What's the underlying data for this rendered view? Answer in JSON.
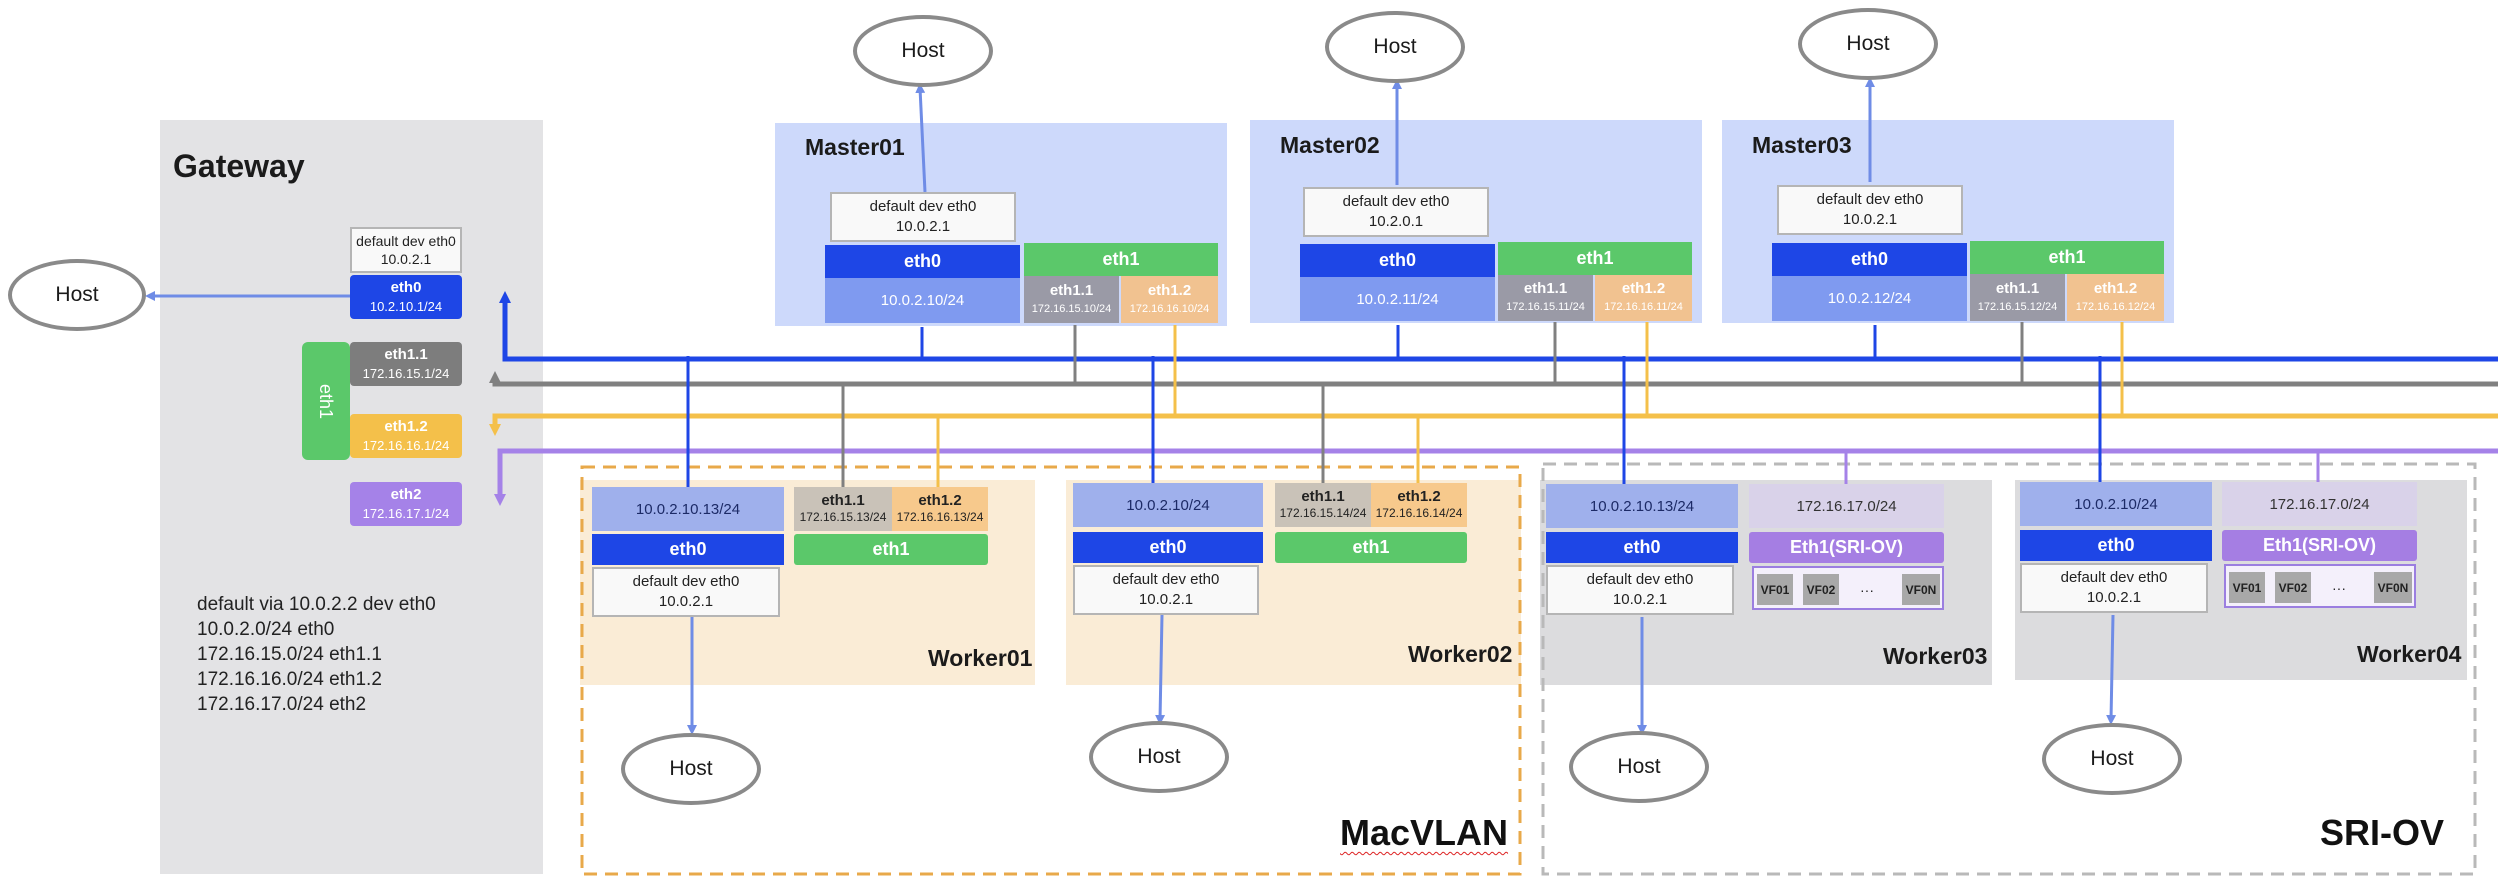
{
  "host_label": "Host",
  "gateway": {
    "title": "Gateway",
    "default_box": [
      "default dev eth0",
      "10.0.2.1"
    ],
    "eth0": {
      "name": "eth0",
      "ip": "10.2.10.1/24"
    },
    "eth1_vertical": "eth1",
    "eth1_1": {
      "name": "eth1.1",
      "ip": "172.16.15.1/24"
    },
    "eth1_2": {
      "name": "eth1.2",
      "ip": "172.16.16.1/24"
    },
    "eth2": {
      "name": "eth2",
      "ip": "172.16.17.1/24"
    },
    "routes": [
      "default via 10.0.2.2 dev eth0",
      "10.0.2.0/24 eth0",
      "172.16.15.0/24 eth1.1",
      "172.16.16.0/24 eth1.2",
      "172.16.17.0/24 eth2"
    ]
  },
  "masters": [
    {
      "title": "Master01",
      "default": [
        "default dev eth0",
        "10.0.2.1"
      ],
      "eth0": "eth0",
      "eth0_ip": "10.0.2.10/24",
      "eth1": "eth1",
      "eth1_1": "eth1.1",
      "eth1_1_ip": "172.16.15.10/24",
      "eth1_2": "eth1.2",
      "eth1_2_ip": "172.16.16.10/24"
    },
    {
      "title": "Master02",
      "default": [
        "default dev eth0",
        "10.2.0.1"
      ],
      "eth0": "eth0",
      "eth0_ip": "10.0.2.11/24",
      "eth1": "eth1",
      "eth1_1": "eth1.1",
      "eth1_1_ip": "172.16.15.11/24",
      "eth1_2": "eth1.2",
      "eth1_2_ip": "172.16.16.11/24"
    },
    {
      "title": "Master03",
      "default": [
        "default dev eth0",
        "10.0.2.1"
      ],
      "eth0": "eth0",
      "eth0_ip": "10.0.2.12/24",
      "eth1": "eth1",
      "eth1_1": "eth1.1",
      "eth1_1_ip": "172.16.15.12/24",
      "eth1_2": "eth1.2",
      "eth1_2_ip": "172.16.16.12/24"
    }
  ],
  "macvlan_workers": [
    {
      "title": "Worker01",
      "eth0_ip": "10.0.2.10.13/24",
      "eth0": "eth0",
      "default": [
        "default dev eth0",
        "10.0.2.1"
      ],
      "eth1_1": "eth1.1",
      "eth1_1_ip": "172.16.15.13/24",
      "eth1_2": "eth1.2",
      "eth1_2_ip": "172.16.16.13/24",
      "eth1": "eth1"
    },
    {
      "title": "Worker02",
      "eth0_ip": "10.0.2.10/24",
      "eth0": "eth0",
      "default": [
        "default dev eth0",
        "10.0.2.1"
      ],
      "eth1_1": "eth1.1",
      "eth1_1_ip": "172.16.15.14/24",
      "eth1_2": "eth1.2",
      "eth1_2_ip": "172.16.16.14/24",
      "eth1": "eth1"
    }
  ],
  "sriov_workers": [
    {
      "title": "Worker03",
      "eth0_ip": "10.0.2.10.13/24",
      "eth0": "eth0",
      "default": [
        "default dev eth0",
        "10.0.2.1"
      ],
      "net": "172.16.17.0/24",
      "sriov_if": "Eth1(SRI-OV)",
      "vfs": [
        "VF01",
        "VF02",
        "···",
        "VF0N"
      ]
    },
    {
      "title": "Worker04",
      "eth0_ip": "10.0.2.10/24",
      "eth0": "eth0",
      "default": [
        "default dev eth0",
        "10.0.2.1"
      ],
      "net": "172.16.17.0/24",
      "sriov_if": "Eth1(SRI-OV)",
      "vfs": [
        "VF01",
        "VF02",
        "···",
        "VF0N"
      ]
    }
  ],
  "groups": {
    "macvlan": "MacVLAN",
    "sriov": "SRI-OV"
  },
  "colors": {
    "eth0_line": "#1e46e6",
    "eth1_1_line": "#808080",
    "eth1_2_line": "#f4c04a",
    "eth2_line": "#a582e8",
    "host_arrow": "#6f8ce6",
    "master_bg": "#cdd9fb",
    "gateway_bg": "#e3e3e5",
    "macvlan_bg": "#faecd6",
    "sriov_bg": "#dcdcde",
    "macvlan_border": "#e8a94a",
    "sriov_border": "#b9b9b9"
  }
}
